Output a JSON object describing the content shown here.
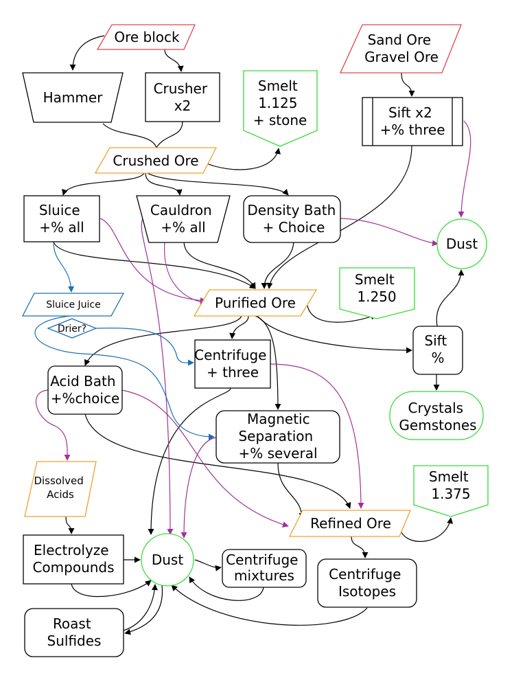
{
  "colors": {
    "black": "#000000",
    "input_red": "#e8434b",
    "intermediate_orange": "#f0a030",
    "output_green": "#33dd33",
    "juice_blue": "#1a6fb5",
    "purple_edge": "#a0329a"
  },
  "nodes": {
    "ore_block": [
      "Ore block"
    ],
    "sand_gravel": [
      "Sand Ore",
      "Gravel Ore"
    ],
    "hammer": [
      "Hammer"
    ],
    "crusher": [
      "Crusher",
      "x2"
    ],
    "smelt_1": [
      "Smelt",
      "1.125",
      "+ stone"
    ],
    "sift_x2": [
      "Sift x2",
      "+% three"
    ],
    "crushed_ore": [
      "Crushed Ore"
    ],
    "sluice": [
      "Sluice",
      "+% all"
    ],
    "cauldron": [
      "Cauldron",
      "+% all"
    ],
    "density_bath": [
      "Density Bath",
      "+ Choice"
    ],
    "dust_top": [
      "Dust"
    ],
    "sluice_juice": [
      "Sluice Juice"
    ],
    "drier": [
      "Drier?"
    ],
    "purified_ore": [
      "Purified Ore"
    ],
    "smelt_2": [
      "Smelt",
      "1.250"
    ],
    "centrifuge_three": [
      "Centrifuge",
      "+ three"
    ],
    "sift_pct": [
      "Sift",
      "%"
    ],
    "acid_bath": [
      "Acid Bath",
      "+%choice"
    ],
    "magnetic": [
      "Magnetic",
      "Separation",
      "+% several"
    ],
    "crystals": [
      "Crystals",
      "Gemstones"
    ],
    "dissolved_acids": [
      "Dissolved",
      "Acids"
    ],
    "smelt_3": [
      "Smelt",
      "1.375"
    ],
    "refined_ore": [
      "Refined Ore"
    ],
    "electrolyze": [
      "Electrolyze",
      "Compounds"
    ],
    "dust_bottom": [
      "Dust"
    ],
    "centrifuge_mix": [
      "Centrifuge",
      "mixtures"
    ],
    "centrifuge_iso": [
      "Centrifuge",
      "Isotopes"
    ],
    "roast": [
      "Roast",
      "Sulfides"
    ]
  }
}
